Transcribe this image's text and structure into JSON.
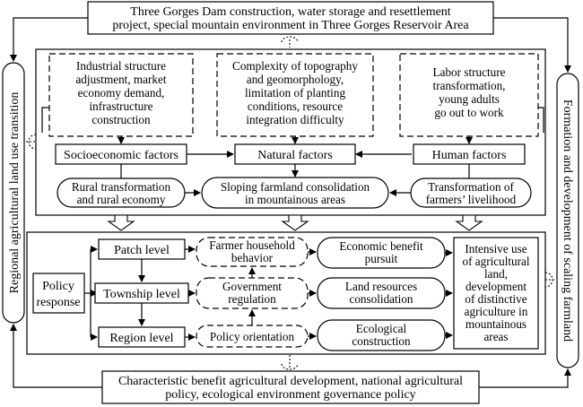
{
  "top_box": {
    "line1": "Three Gorges Dam construction, water storage and resettlement",
    "line2": "project, special mountain environment in Three Gorges Reservoir Area"
  },
  "bottom_box": {
    "line1": "Characteristic benefit agricultural development, national agricultural",
    "line2": "policy, ecological environment governance policy"
  },
  "left_label": "Regional agricultural land use transition",
  "right_label": "Formation and development of scaling farmland",
  "drivers": {
    "socioeconomic": {
      "lines": [
        "Industrial structure",
        "adjustment, market",
        "economy demand,",
        "infrastructure",
        "construction"
      ],
      "factor": "Socioeconomic factors"
    },
    "natural": {
      "lines": [
        "Complexity of topography",
        "and geomorphology,",
        "limitation of planting",
        "conditions, resource",
        "integration difficulty"
      ],
      "factor": "Natural factors"
    },
    "human": {
      "lines": [
        "Labor structure",
        "transformation,",
        "young adults",
        "go out to work"
      ],
      "factor": "Human factors"
    }
  },
  "transformations": {
    "rural": [
      "Rural transformation",
      "and rural economy"
    ],
    "sloping": [
      "Sloping farmland consolidation",
      "in mountainous areas"
    ],
    "livelihood": [
      "Transformation of",
      "farmers’ livelihood"
    ]
  },
  "policy": {
    "response": [
      "Policy",
      "response"
    ],
    "levels": [
      "Patch level",
      "Township level",
      "Region level"
    ],
    "actors": [
      [
        "Farmer household",
        "behavior"
      ],
      [
        "Government",
        "regulation"
      ],
      [
        "Policy orientation"
      ]
    ],
    "outcomes": [
      [
        "Economic benefit",
        "pursuit"
      ],
      [
        "Land resources",
        "consolidation"
      ],
      [
        "Ecological",
        "construction"
      ]
    ],
    "result": [
      "Intensive use",
      "of agricultural",
      "land,",
      "development",
      "of distinctive",
      "agriculture in",
      "mountainous",
      "areas"
    ]
  }
}
